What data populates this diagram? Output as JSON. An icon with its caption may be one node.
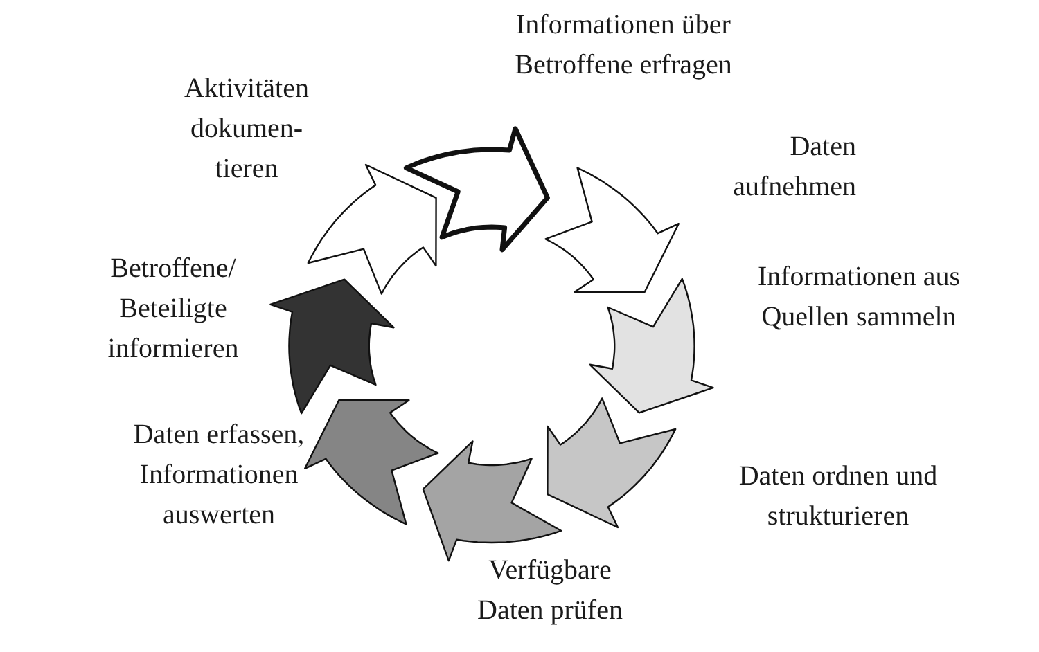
{
  "diagram": {
    "nodes": [
      {
        "text": [],
        "shape": "arrow",
        "beside": [
          "Informationen über Betroffene erfragen"
        ]
      },
      {
        "text": [],
        "shape": "arrow",
        "beside": [
          "Daten aufnehmen"
        ]
      },
      {
        "text": [],
        "shape": "arrow",
        "beside": [
          "Informationen aus Quellen sammeln"
        ]
      },
      {
        "text": [],
        "shape": "arrow",
        "beside": [
          "Daten ordnen und strukturieren"
        ]
      },
      {
        "text": [],
        "shape": "arrow",
        "beside": [
          "Verfügbare Daten prüfen"
        ]
      },
      {
        "text": [],
        "shape": "arrow",
        "beside": [
          "Daten erfassen, Informationen auswerten"
        ]
      },
      {
        "text": [],
        "shape": "arrow",
        "beside": [
          "Betroffene/ Beteiligte informieren"
        ]
      },
      {
        "text": [],
        "shape": "arrow",
        "beside": [
          "Aktivitäten dokumen- tieren"
        ]
      }
    ]
  }
}
